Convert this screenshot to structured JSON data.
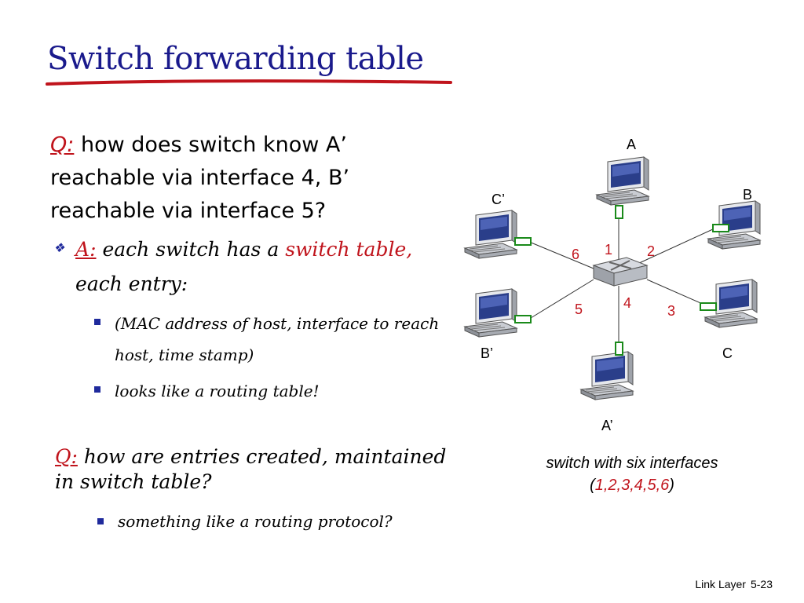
{
  "slide": {
    "title": "Switch forwarding table",
    "question1": {
      "label": "Q:",
      "text": "how does switch know A’ reachable via interface 4, B’ reachable via interface 5?"
    },
    "answer": {
      "label": "A:",
      "text_before": "each switch has a",
      "highlight": "switch table,",
      "text_after": "each entry:"
    },
    "answer_points": [
      "(MAC address of host, interface to reach host, time stamp)",
      "looks like a routing table!"
    ],
    "question2": {
      "label": "Q:",
      "text": "how are entries created, maintained in switch table?"
    },
    "question2_points": [
      "something like a routing protocol?"
    ]
  },
  "diagram": {
    "hosts": {
      "A": "A",
      "B": "B",
      "C_prime": "C’",
      "B_prime": "B’",
      "C": "C",
      "A_prime": "A’"
    },
    "interfaces": [
      "1",
      "2",
      "3",
      "4",
      "5",
      "6"
    ],
    "caption_line1": "switch with six interfaces",
    "caption_open": "(",
    "caption_interfaces": "1,2,3,4,5,6",
    "caption_close": ")"
  },
  "footer": {
    "label": "Link Layer",
    "page": "5-23"
  },
  "colors": {
    "title": "#1a1a8c",
    "accent_red": "#c0141c",
    "bullet_blue": "#1f2a9c",
    "connector_green": "#1a8a1a"
  },
  "icons": [
    "diamond-bullet-icon",
    "square-bullet-icon",
    "desktop-computer-icon",
    "ethernet-switch-icon"
  ]
}
